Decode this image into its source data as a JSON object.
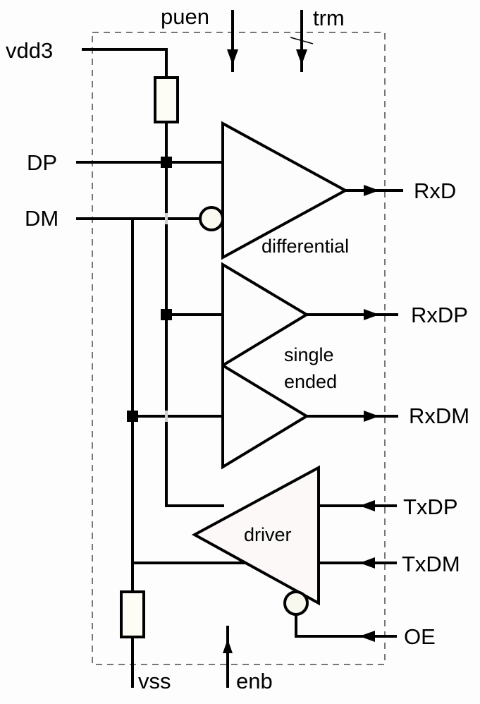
{
  "diagram": {
    "title": "USB transceiver block",
    "signals": {
      "top": {
        "puen": "puen",
        "trm": "trm"
      },
      "left": {
        "vdd3": "vdd3",
        "dp": "DP",
        "dm": "DM"
      },
      "right": {
        "rxd": "RxD",
        "rxdp": "RxDP",
        "rxdm": "RxDM",
        "txdp": "TxDP",
        "txdm": "TxDM",
        "oe": "OE"
      },
      "bottom": {
        "vss": "vss",
        "enb": "enb"
      }
    },
    "blocks": {
      "differential": "differential",
      "single_line1": "single",
      "single_line2": "ended",
      "driver": "driver"
    },
    "colors": {
      "wire": "#000000",
      "border": "#777777",
      "driver_fill": "#fcf8f8",
      "bubble_fill": "#fafaf0"
    }
  }
}
